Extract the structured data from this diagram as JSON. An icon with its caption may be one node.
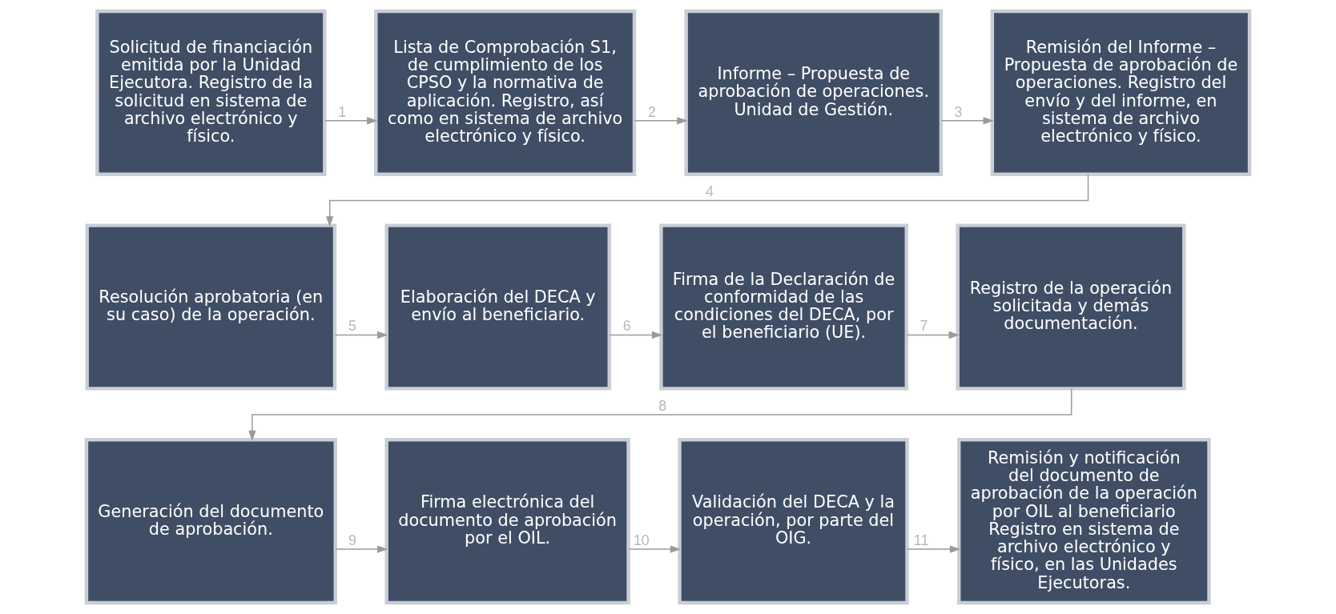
{
  "diagram": {
    "nodes": [
      {
        "text": [
          "Solicitud de financiación emitida por la Unidad Ejecutora. Registro de la solicitud en sistema de archivo electrónico y físico."
        ]
      },
      {
        "text": [
          "Lista de Comprobación S1, de cumplimiento de los CPSO y la normativa de aplicación. Registro, así como en sistema de archivo electrónico y físico."
        ]
      },
      {
        "text": [
          "Informe – Propuesta de aprobación de operaciones. Unidad de Gestión."
        ]
      },
      {
        "text": [
          "Remisión del Informe – Propuesta de aprobación de operaciones. Registro del envío y del informe, en sistema de archivo electrónico y físico."
        ]
      },
      {
        "text": [
          "Resolución aprobatoria (en su caso) de la operación."
        ]
      },
      {
        "text": [
          "Elaboración del DECA y envío al beneficiario."
        ]
      },
      {
        "text": [
          "Firma de la Declaración de conformidad de las condiciones del DECA, por el beneficiario (UE)."
        ]
      },
      {
        "text": [
          "Registro de la operación solicitada y demás documentación."
        ]
      },
      {
        "text": [
          "Generación del documento de aprobación."
        ]
      },
      {
        "text": [
          "Firma electrónica del documento de aprobación por el OIL."
        ]
      },
      {
        "text": [
          "Validación del DECA y la operación, por parte del OIG."
        ]
      },
      {
        "text": [
          "Remisión y notificación del documento de aprobación de la operación por OIL al beneficiario Registro en sistema de archivo electrónico y físico, en las Unidades Ejecutoras."
        ]
      }
    ],
    "edges": [
      {
        "from": 0,
        "to": 1,
        "arrow": "to",
        "label": "1"
      },
      {
        "from": 1,
        "to": 2,
        "arrow": "to",
        "label": "2"
      },
      {
        "from": 2,
        "to": 3,
        "arrow": "to",
        "label": "3"
      },
      {
        "from": 3,
        "to": 4,
        "arrow": "to",
        "label": "4"
      },
      {
        "from": 4,
        "to": 5,
        "arrow": "to",
        "label": "5"
      },
      {
        "from": 5,
        "to": 6,
        "arrow": "to",
        "label": "6"
      },
      {
        "from": 6,
        "to": 7,
        "arrow": "to",
        "label": "7"
      },
      {
        "from": 7,
        "to": 8,
        "arrow": "to",
        "label": "8"
      },
      {
        "from": 8,
        "to": 9,
        "arrow": "to",
        "label": "9"
      },
      {
        "from": 9,
        "to": 10,
        "arrow": "to",
        "label": "10"
      },
      {
        "from": 10,
        "to": 11,
        "arrow": "to",
        "label": "11"
      }
    ]
  }
}
